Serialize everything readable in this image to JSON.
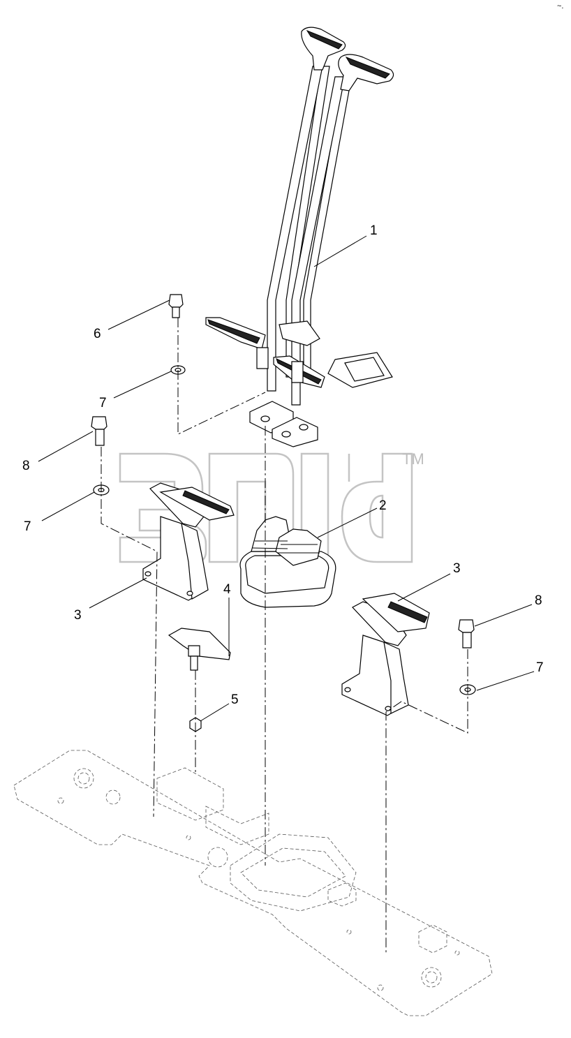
{
  "corner_mark": "~.",
  "watermark": {
    "trademark": "TM"
  },
  "callouts": [
    {
      "id": "callout-1",
      "text": "1"
    },
    {
      "id": "callout-2",
      "text": "2"
    },
    {
      "id": "callout-3a",
      "text": "3"
    },
    {
      "id": "callout-3b",
      "text": "3"
    },
    {
      "id": "callout-4",
      "text": "4"
    },
    {
      "id": "callout-5",
      "text": "5"
    },
    {
      "id": "callout-6",
      "text": "6"
    },
    {
      "id": "callout-7a",
      "text": "7"
    },
    {
      "id": "callout-7b",
      "text": "7"
    },
    {
      "id": "callout-7c",
      "text": "7"
    },
    {
      "id": "callout-8a",
      "text": "8"
    },
    {
      "id": "callout-8b",
      "text": "8"
    }
  ]
}
